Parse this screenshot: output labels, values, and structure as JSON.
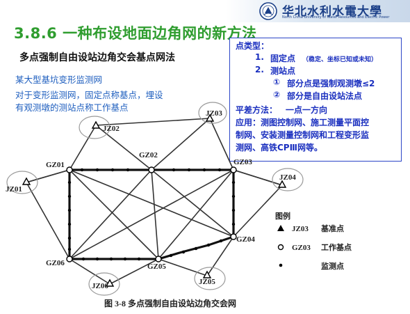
{
  "header": {
    "logo_cn": "华北水利水電大學",
    "logo_en": "North China University of Water Resources and Electric Power"
  },
  "slide": {
    "title": "3.8.6 一种布设地面边角网的新方法",
    "subtitle": "多点强制自由设站边角交会基点网法",
    "note1": "某大型基坑变形监测网",
    "note2a": "对于变形监测网，固定点称基点，埋设",
    "note2b": "有观测墩的测站点称工作基点"
  },
  "info_box": {
    "heading": "点类型：",
    "item1_num": "1.",
    "item1_text": "固定点",
    "item1_note": "（稳定、坐标已知或未知）",
    "item2_num": "2.",
    "item2_text": "测站点",
    "sub1_mark": "①",
    "sub1_text": "部分点是强制观测墩≤2",
    "sub2_mark": "②",
    "sub2_text": "部分是自由设站法点",
    "method_label": "平差方法：",
    "method_text": "一点一方向",
    "app_label": "应用：",
    "app_line1": "测图控制网、施工测量平面控",
    "app_line2": "制网、安装测量控制网和工程变形监",
    "app_line3": "测网、高铁CPⅢ网等。"
  },
  "diagram": {
    "labels": {
      "jz01": "JZ01",
      "jz02": "JZ02",
      "jz03": "JZ03",
      "jz04": "JZ04",
      "jz05": "JZ05",
      "jz06": "JZ06",
      "gz01": "GZ01",
      "gz02": "GZ02",
      "gz03": "GZ03",
      "gz04": "GZ04",
      "gz05": "GZ05",
      "gz06": "GZ06"
    },
    "legend": {
      "title": "图例",
      "base_code": "JZ03",
      "base_label": "基准点",
      "work_code": "GZ03",
      "work_label": "工作基点",
      "monitor_label": "监测点"
    },
    "caption": "图 3-8   多点强制自由设站边角交会网"
  },
  "colors": {
    "title": "#2f9d2f",
    "note": "#1f5fbf",
    "box": "#1a2fbf"
  }
}
